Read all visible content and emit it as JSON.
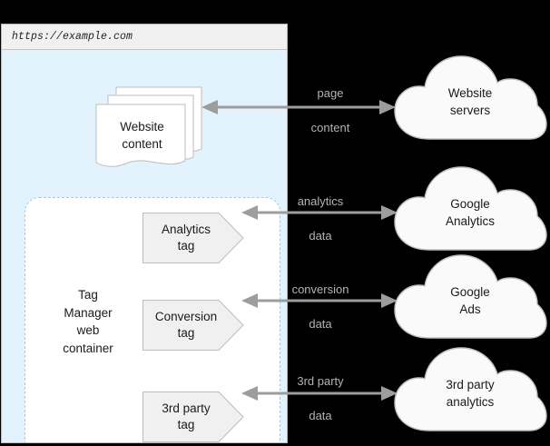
{
  "browser": {
    "url": "https://example.com"
  },
  "website_content": {
    "line1": "Website",
    "line2": "content"
  },
  "tag_container": {
    "line1": "Tag",
    "line2": "Manager",
    "line3": "web",
    "line4": "container"
  },
  "tags": [
    {
      "id": "analytics",
      "line1": "Analytics",
      "line2": "tag"
    },
    {
      "id": "conversion",
      "line1": "Conversion",
      "line2": "tag"
    },
    {
      "id": "thirdparty",
      "line1": "3rd party",
      "line2": "tag"
    }
  ],
  "flows": [
    {
      "id": "page-content",
      "line1": "page",
      "line2": "content"
    },
    {
      "id": "analytics-data",
      "line1": "analytics",
      "line2": "data"
    },
    {
      "id": "conversion-data",
      "line1": "conversion",
      "line2": "data"
    },
    {
      "id": "thirdparty-data",
      "line1": "3rd party",
      "line2": "data"
    }
  ],
  "clouds": [
    {
      "id": "website-servers",
      "line1": "Website",
      "line2": "servers"
    },
    {
      "id": "google-analytics",
      "line1": "Google",
      "line2": "Analytics"
    },
    {
      "id": "google-ads",
      "line1": "Google",
      "line2": "Ads"
    },
    {
      "id": "thirdparty",
      "line1": "3rd party",
      "line2": "analytics"
    }
  ],
  "colors": {
    "background": "#000000",
    "viewport": "#e2f3fd",
    "url_bar": "#f1f1f1",
    "container_border": "#9ec9e8",
    "tag_fill": "#f0f0f0",
    "arrow": "#9d9d9d",
    "label_text": "#b3b3b3",
    "cloud_fill": "#fafafa"
  }
}
